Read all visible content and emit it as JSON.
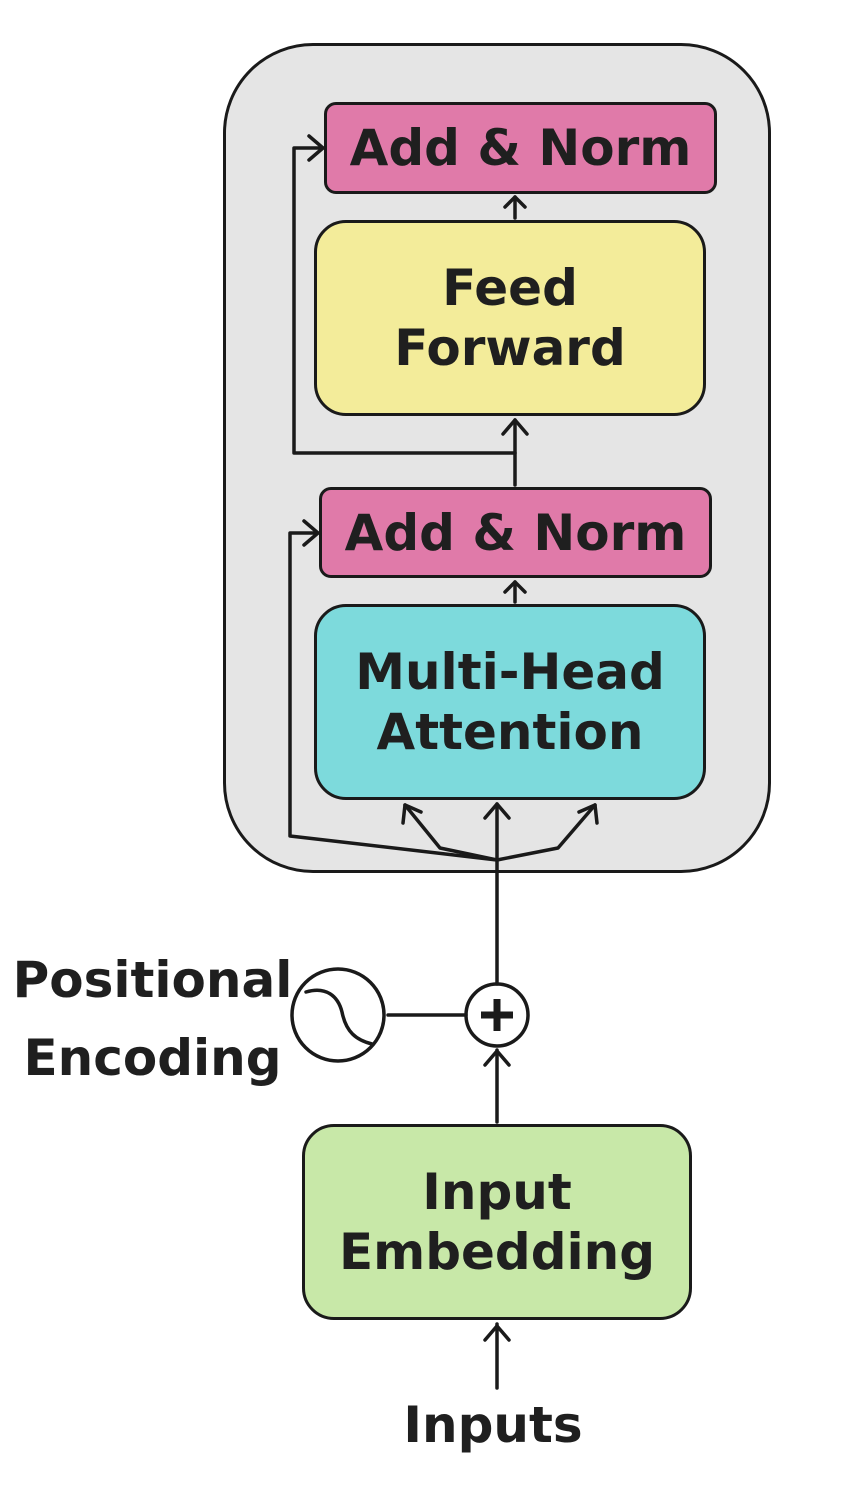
{
  "colors": {
    "block_background": "#e5e5e5",
    "add_norm": "#e07aa9",
    "feed_forward": "#f3ec9a",
    "multi_head_attention": "#7ddadc",
    "input_embedding": "#c8e8a8",
    "stroke": "#1a1a1a"
  },
  "blocks": {
    "add_norm_top": {
      "label": "Add & Norm"
    },
    "feed_forward": {
      "line1": "Feed",
      "line2": "Forward"
    },
    "add_norm_bottom": {
      "label": "Add & Norm"
    },
    "multi_head_attention": {
      "line1": "Multi-Head",
      "line2": "Attention"
    },
    "input_embedding": {
      "line1": "Input",
      "line2": "Embedding"
    }
  },
  "labels": {
    "positional_encoding": {
      "line1": "Positional",
      "line2": "Encoding"
    },
    "inputs": "Inputs"
  },
  "icons": {
    "positional_encoding": "sine-wave-icon",
    "sum": "plus-circle-icon"
  }
}
